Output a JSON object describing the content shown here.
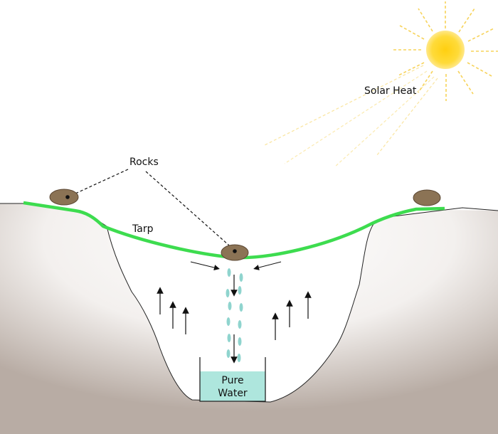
{
  "labels": {
    "solar_heat": "Solar Heat",
    "rocks": "Rocks",
    "tarp": "Tarp",
    "container_line1": "Pure",
    "container_line2": "Water"
  },
  "colors": {
    "tarp": "#3ddc4f",
    "rock_fill": "#8b7355",
    "rock_stroke": "#5a4632",
    "water": "#aee6dd",
    "droplets": "#8fd4ce",
    "sun_center": "#ffd21a",
    "sun_rays": "#f7d35a",
    "ground_shadow": "#b8aca4"
  },
  "icons": {
    "sun": "sun-icon",
    "rock": "rock-icon",
    "vapor_arrow": "up-arrow-icon"
  }
}
